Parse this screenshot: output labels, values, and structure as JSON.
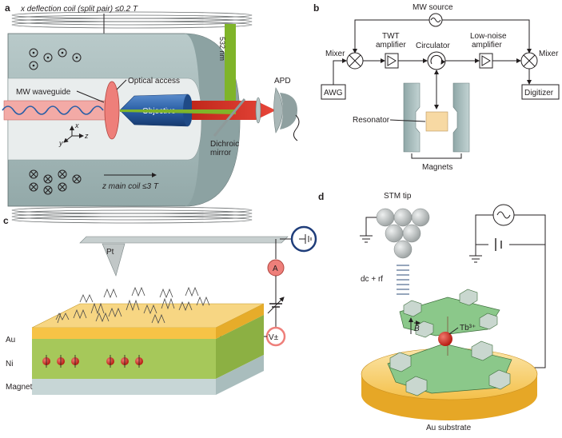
{
  "colors": {
    "waveguide": "#f3aaa6",
    "flange": "#ee7f7a",
    "objective": "#2a5fa6",
    "laser_green": "#7fb429",
    "laser_red": "#d42b1e",
    "cryostat": "#a9bcbc",
    "cryostat_dark": "#8fa5a5",
    "resonator": "#f7d9a3",
    "gold": "#f6c346",
    "nickel": "#a6c85a",
    "magnet": "#c7d6d6",
    "sphere": "#c8cccc",
    "phthalocyanine": "#8bc88a",
    "ion": "#d42b1e"
  },
  "panel_a": {
    "label": "a",
    "x_coil": "x deflection coil (split pair) ≤0.2 T",
    "waveguide": "MW waveguide",
    "optical_access": "Optical access",
    "objective": "Objective",
    "wavelength": "532 nm",
    "apd": "APD",
    "dichroic": "Dichroic\nmirror",
    "z_coil": "z main coil ≤3 T",
    "axis_x": "x",
    "axis_y": "y",
    "axis_z": "z"
  },
  "panel_b": {
    "label": "b",
    "source": "MW source",
    "mixer_left": "Mixer",
    "twt": "TWT\namplifier",
    "circulator": "Circulator",
    "lna": "Low-noise\namplifier",
    "mixer_right": "Mixer",
    "awg": "AWG",
    "digitizer": "Digitizer",
    "resonator": "Resonator",
    "magnets": "Magnets"
  },
  "panel_c": {
    "label": "c",
    "tip": "Pt",
    "ammeter": "A",
    "voltage": "V±",
    "layer_au": "Au",
    "layer_ni": "Ni",
    "layer_magnet": "Magnet"
  },
  "panel_d": {
    "label": "d",
    "stm": "STM tip",
    "signal": "dc + rf",
    "field": "B",
    "ion": "Tb³⁺",
    "substrate": "Au substrate"
  }
}
